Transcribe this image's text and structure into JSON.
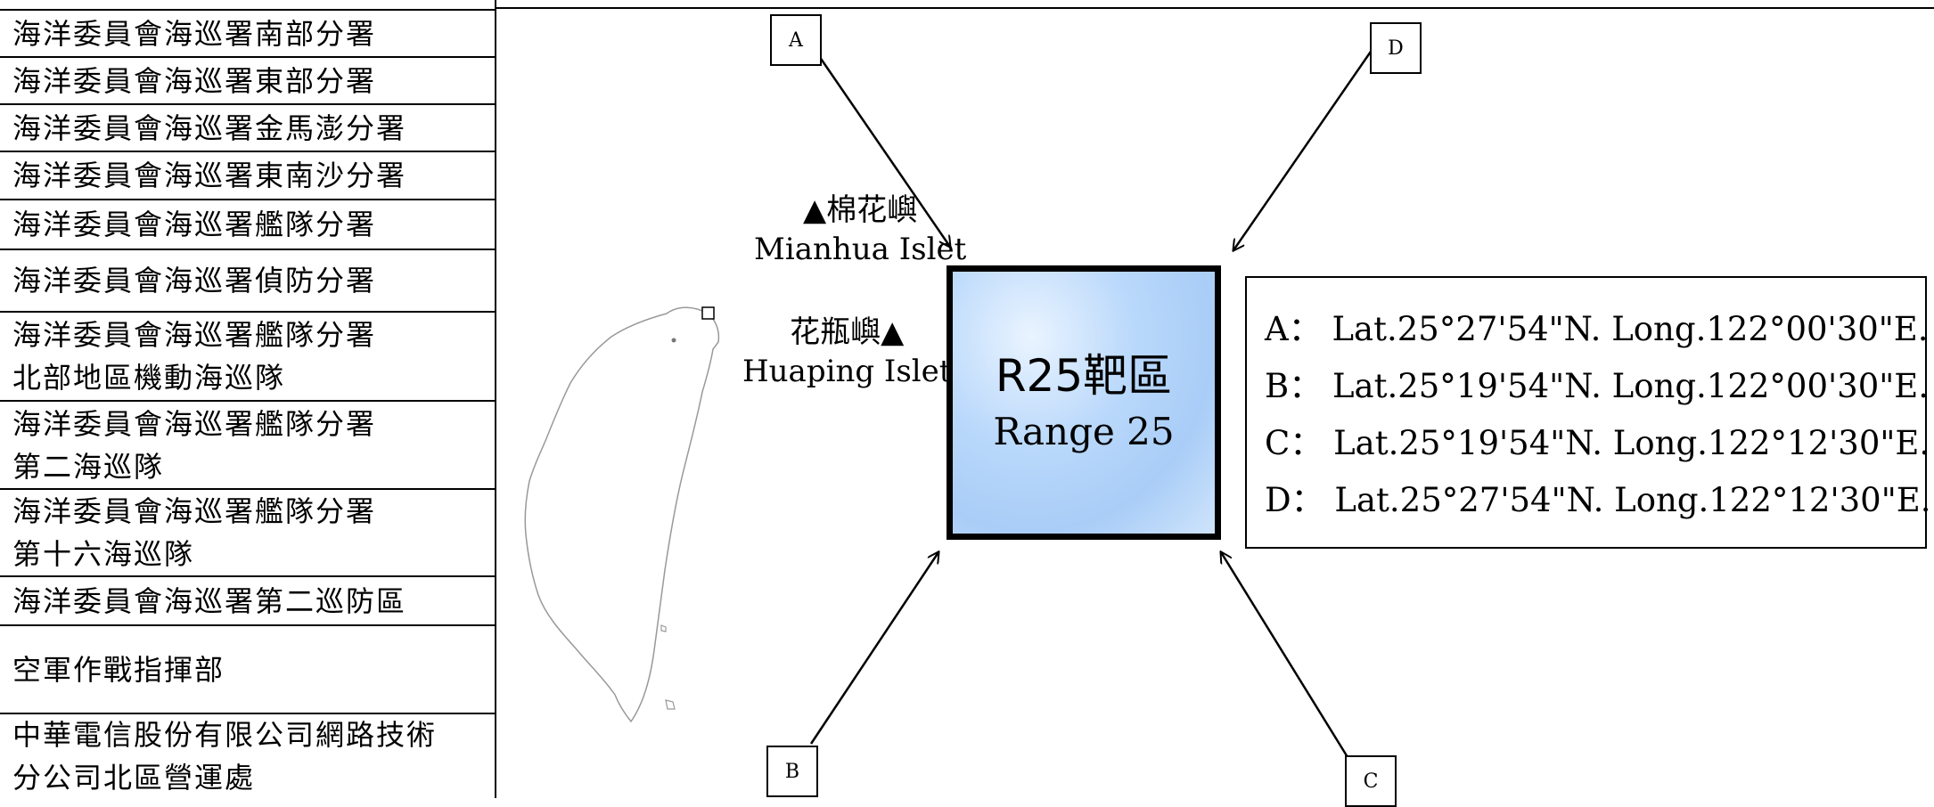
{
  "agencies": [
    {
      "lines": [
        "海洋委員會海巡署南部分署"
      ]
    },
    {
      "lines": [
        "海洋委員會海巡署東部分署"
      ]
    },
    {
      "lines": [
        "海洋委員會海巡署金馬澎分署"
      ]
    },
    {
      "lines": [
        "海洋委員會海巡署東南沙分署"
      ]
    },
    {
      "lines": [
        "海洋委員會海巡署艦隊分署"
      ]
    },
    {
      "lines": [
        "海洋委員會海巡署偵防分署"
      ]
    },
    {
      "lines": [
        "海洋委員會海巡署艦隊分署",
        "北部地區機動海巡隊"
      ]
    },
    {
      "lines": [
        "海洋委員會海巡署艦隊分署",
        "第二海巡隊"
      ]
    },
    {
      "lines": [
        "海洋委員會海巡署艦隊分署",
        "第十六海巡隊"
      ]
    },
    {
      "lines": [
        "海洋委員會海巡署第二巡防區"
      ]
    },
    {
      "lines": [
        "空軍作戰指揮部"
      ]
    },
    {
      "lines": [
        "中華電信股份有限公司網路技術",
        "分公司北區營運處"
      ]
    }
  ],
  "diagram": {
    "corners": {
      "a": "A",
      "b": "B",
      "c": "C",
      "d": "D"
    },
    "mianhua": {
      "zh": "▲棉花嶼",
      "en": "Mianhua Islet"
    },
    "huaping": {
      "zh": "花瓶嶼▲",
      "en": "Huaping Islet"
    },
    "range": {
      "zh": "R25靶區",
      "en": "Range 25",
      "fill_color": "#b9d8fb"
    },
    "coordinates": [
      "A： Lat.25°27'54\"N. Long.122°00'30\"E.",
      "B： Lat.25°19'54\"N. Long.122°00'30\"E.",
      "C： Lat.25°19'54\"N. Long.122°12'30\"E.",
      "D： Lat.25°27'54\"N. Long.122°12'30\"E."
    ]
  }
}
